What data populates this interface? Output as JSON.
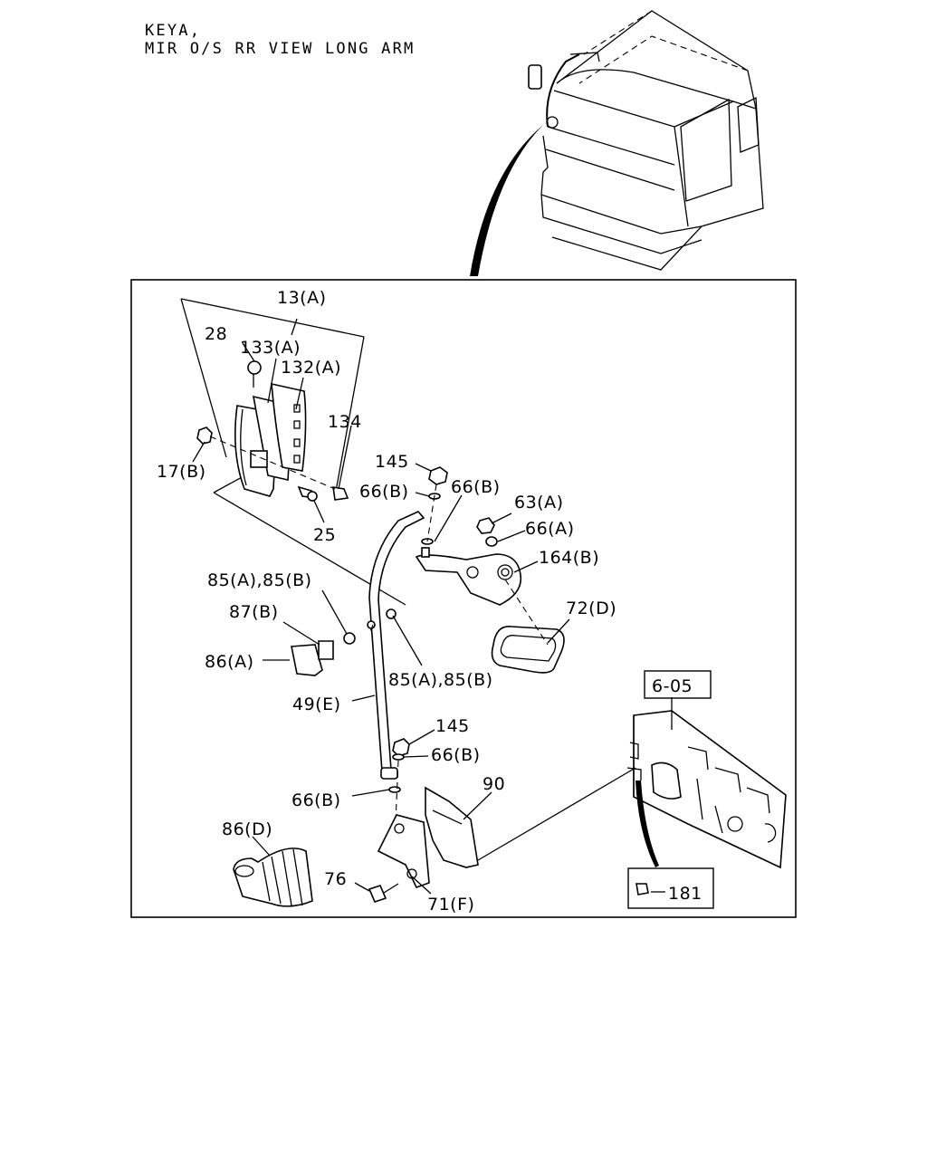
{
  "header": {
    "line1": "KEYA,",
    "line2": "MIR O/S RR VIEW LONG ARM"
  },
  "callouts": {
    "c13A": "13(A)",
    "c28": "28",
    "c133A": "133(A)",
    "c132A": "132(A)",
    "c134": "134",
    "c17B": "17(B)",
    "c25": "25",
    "c145a": "145",
    "c66Ba": "66(B)",
    "c66Bb": "66(B)",
    "c63A": "63(A)",
    "c66A": "66(A)",
    "c164B": "164(B)",
    "c85a": "85(A),85(B)",
    "c87B": "87(B)",
    "c86A": "86(A)",
    "c85b": "85(A),85(B)",
    "c72D": "72(D)",
    "c49E": "49(E)",
    "c145b": "145",
    "c66Bc": "66(B)",
    "c66Bd": "66(B)",
    "c90": "90",
    "c86D": "86(D)",
    "c76": "76",
    "c71F": "71(F)",
    "ref605": "6-05",
    "ref181": "181"
  }
}
